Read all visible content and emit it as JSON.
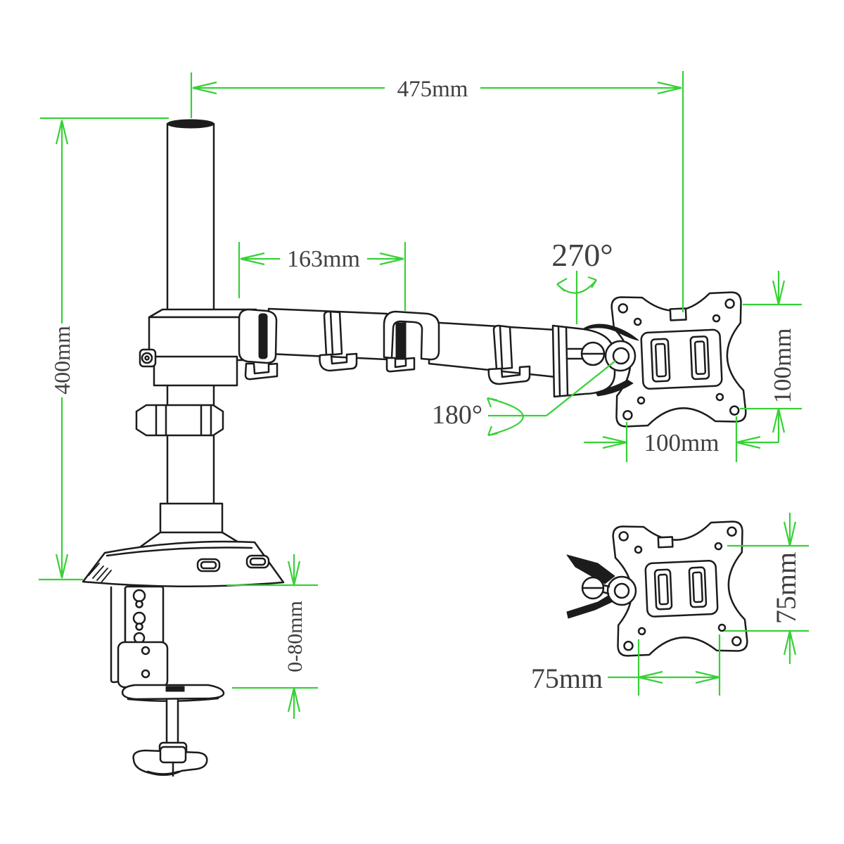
{
  "diagram": {
    "type": "technical-drawing",
    "subject": "desk-clamp-monitor-arm",
    "labels": {
      "reach": "475mm",
      "pole_height": "400mm",
      "arm_segment": "163mm",
      "pole_rotation": "270°",
      "joint_rotation": "180°",
      "vesa_large_height": "100mm",
      "vesa_large_width": "100mm",
      "vesa_small_height": "75mm",
      "vesa_small_width": "75mm",
      "clamp_range": "0-80mm"
    },
    "colors": {
      "annotation_green": "#36d136",
      "line_art": "#1c1c1c",
      "label_text": "#404040",
      "background": "#ffffff"
    }
  }
}
